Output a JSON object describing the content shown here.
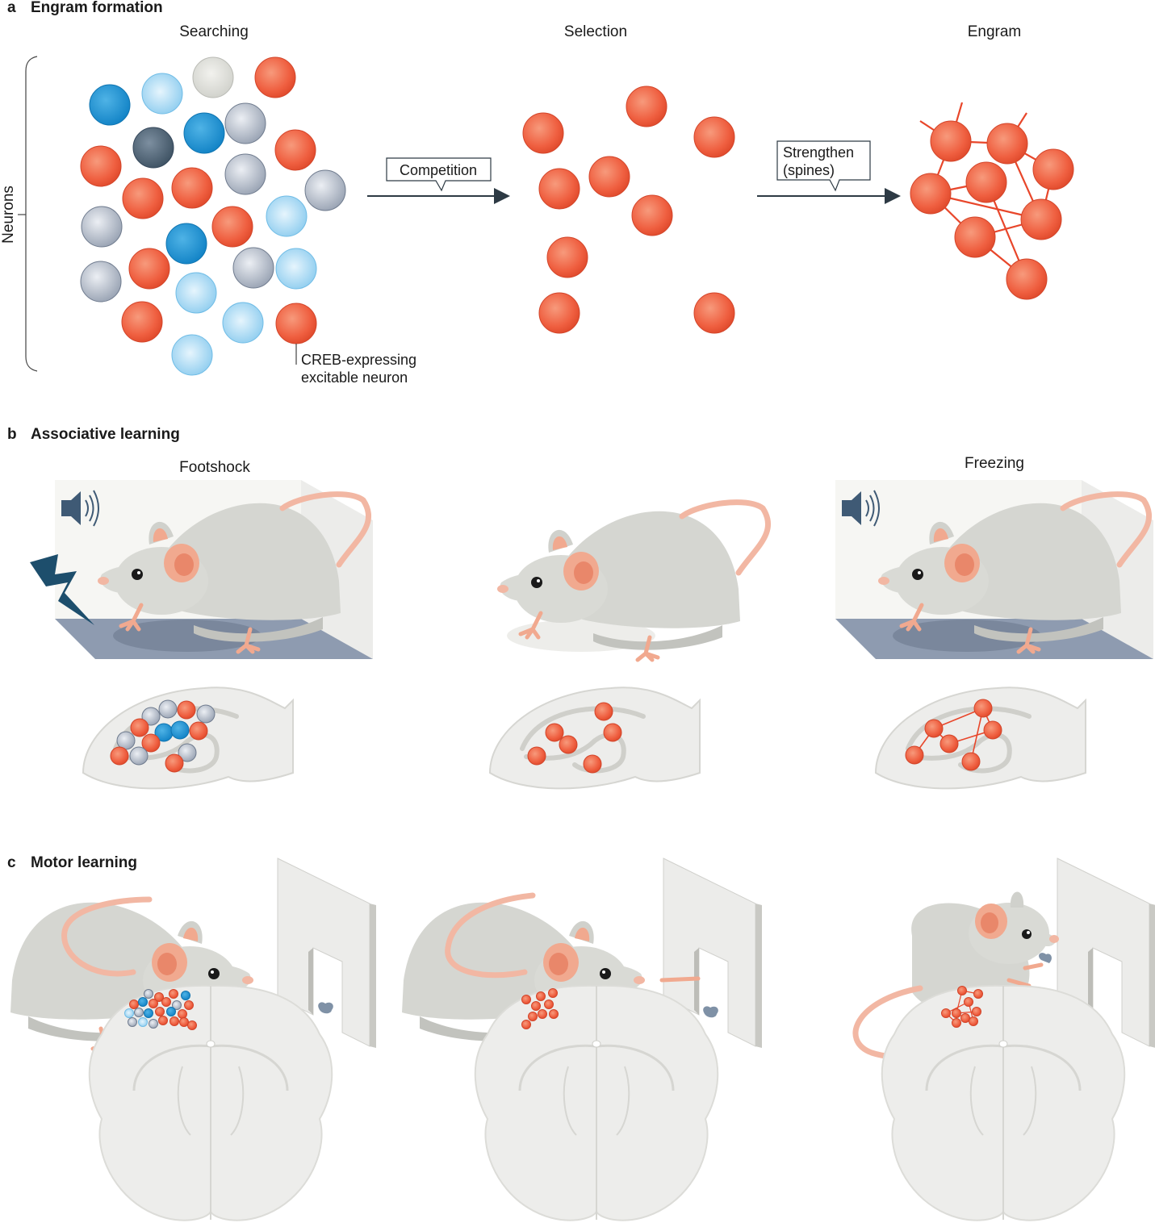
{
  "panel_a": {
    "letter": "a",
    "title": "Engram formation",
    "stages": [
      "Searching",
      "Selection",
      "Engram"
    ],
    "axis_label": "Neurons",
    "arrow1_label": "Competition",
    "arrow2_label_line1": "Strengthen",
    "arrow2_label_line2": "(spines)",
    "annotation_line1": "CREB-expressing",
    "annotation_line2": "excitable neuron"
  },
  "panel_b": {
    "letter": "b",
    "title": "Associative learning",
    "left_label": "Footshock",
    "right_label": "Freezing"
  },
  "panel_c": {
    "letter": "c",
    "title": "Motor learning"
  },
  "colors": {
    "excitable_neuron": "#ee5a3c",
    "blue_neuron": "#1a8fd0",
    "light_blue_neuron": "#a9d8f2",
    "grey_neuron": "#b7bfcc",
    "arrow": "#2d3a44"
  },
  "icons": [
    "speaker-icon",
    "lightning-icon",
    "mouse-illustration",
    "brain-section-illustration",
    "food-pellet-icon"
  ]
}
